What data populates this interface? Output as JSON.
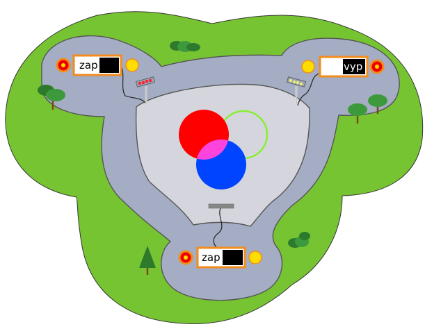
{
  "switches": {
    "top_left": {
      "label": "zap",
      "state": "off"
    },
    "top_right": {
      "label": "vyp",
      "state": "on"
    },
    "bottom": {
      "label": "zap",
      "state": "off"
    }
  },
  "colors": {
    "ground": "#77c433",
    "road": "#a4adc3",
    "stage": "#d5d6dd",
    "light_red": "#ff0000",
    "light_green": "#88ee33",
    "light_blue": "#0044ff",
    "overlap": "#ff44dd",
    "switch_frame": "#f28c1c",
    "button_red": "#ee0000",
    "button_yellow": "#ffdd00"
  },
  "icons": [
    "tree-icon",
    "bush-icon",
    "spotlight-icon",
    "button-icon"
  ]
}
